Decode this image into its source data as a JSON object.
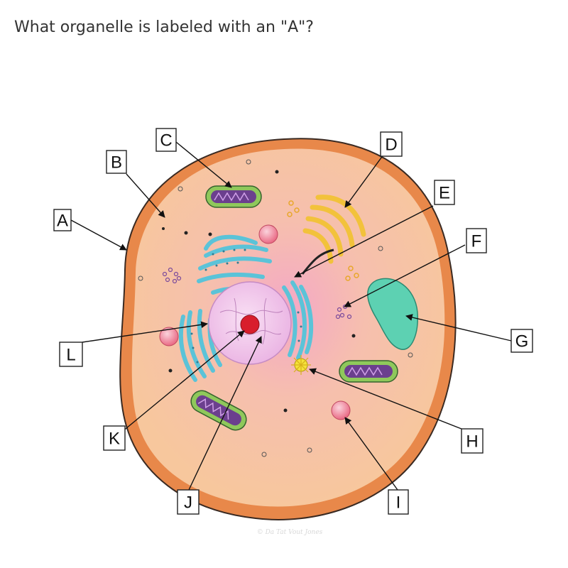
{
  "question": "What organelle is labeled with an \"A\"?",
  "labels": {
    "A": "A",
    "B": "B",
    "C": "C",
    "D": "D",
    "E": "E",
    "F": "F",
    "G": "G",
    "H": "H",
    "I": "I",
    "J": "J",
    "K": "K",
    "L": "L"
  },
  "credit": "© Da Tat Vout Jones"
}
